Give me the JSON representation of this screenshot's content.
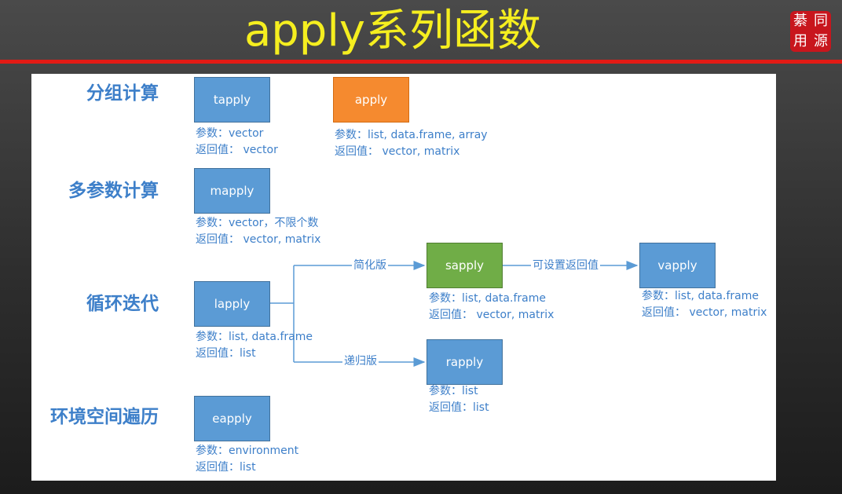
{
  "title": "apply系列函数",
  "seal": [
    "綦",
    "同",
    "用",
    "源"
  ],
  "categories": {
    "group": "分组计算",
    "multi": "多参数计算",
    "loop": "循环迭代",
    "env": "环境空间遍历"
  },
  "functions": {
    "tapply": {
      "name": "tapply",
      "param": "参数：vector",
      "ret": "返回值： vector"
    },
    "apply": {
      "name": "apply",
      "param": "参数：list, data.frame, array",
      "ret": "返回值： vector, matrix"
    },
    "mapply": {
      "name": "mapply",
      "param": "参数：vector，不限个数",
      "ret": "返回值： vector, matrix"
    },
    "lapply": {
      "name": "lapply",
      "param": "参数：list, data.frame",
      "ret": "返回值：list"
    },
    "sapply": {
      "name": "sapply",
      "param": "参数：list, data.frame",
      "ret": "返回值： vector, matrix"
    },
    "vapply": {
      "name": "vapply",
      "param": "参数：list, data.frame",
      "ret": "返回值： vector, matrix"
    },
    "rapply": {
      "name": "rapply",
      "param": "参数：list",
      "ret": "返回值：list"
    },
    "eapply": {
      "name": "eapply",
      "param": "参数：environment",
      "ret": "返回值：list"
    }
  },
  "edges": {
    "simplified": "简化版",
    "recursive": "递归版",
    "set_return": "可设置返回值"
  },
  "colors": {
    "title": "#f5ee1f",
    "accent_line": "#e21a14",
    "box_blue": "#5b9bd5",
    "box_orange": "#f58a2f",
    "box_green": "#70ad47",
    "text_blue": "#3d7fc9"
  }
}
